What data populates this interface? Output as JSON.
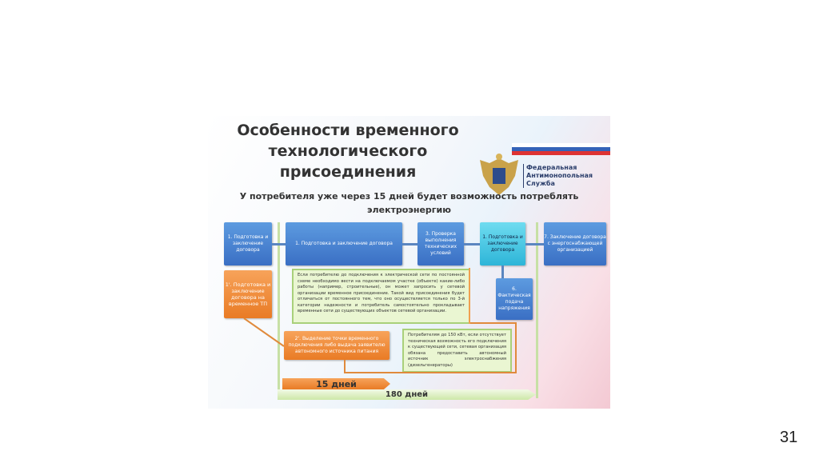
{
  "slide": {
    "title": "Особенности временного технологического присоединения",
    "agency": "Федеральная Антимонопольная Служба",
    "subtitle": "У потребителя уже через 15 дней будет возможность потреблять электроэнергию",
    "boxes": {
      "b1": "1. Подготовка и заключение договора",
      "b2": "1. Подготовка и заключение договора",
      "b3": "3. Проверка выполнения технических условий",
      "b4": "1. Подготовка и заключение договора",
      "b7": "7. Заключение договора с энергоснабжающей организацией",
      "b6": "6. Фактическая подача напряжения",
      "o1": "1'. Подготовка и заключение договора на временное ТП",
      "o2": "2'. Выделение точки временного подключения либо выдача заявителю автономного источника питания"
    },
    "callouts": {
      "c1": "Если потребителю до подключения к электрической сети по постоянной схеме необходимо вести на подключаемом участке (объекте) какие-либо работы (например, строительные), он может запросить у сетевой организации временное присоединение. Такой вид присоединения будет отличаться от постоянного тем, что оно осуществляется только по 3-й категории надежности и потребитель самостоятельно прокладывает временные сети до существующих объектов сетевой организации.",
      "c2": "Потребителям до 150 кВт, если отсутствует техническая возможность его подключения к существующей сети, сетевая организация обязана предоставить автономный источник электроснабжения (дизельгенераторы)"
    },
    "timeline": {
      "short": "15 дней",
      "long": "180 дней"
    }
  },
  "page_number": "31",
  "colors": {
    "blue": "#3a6fc4",
    "cyan": "#2db5d8",
    "orange": "#e97b25",
    "green": "#eaf6d2"
  }
}
